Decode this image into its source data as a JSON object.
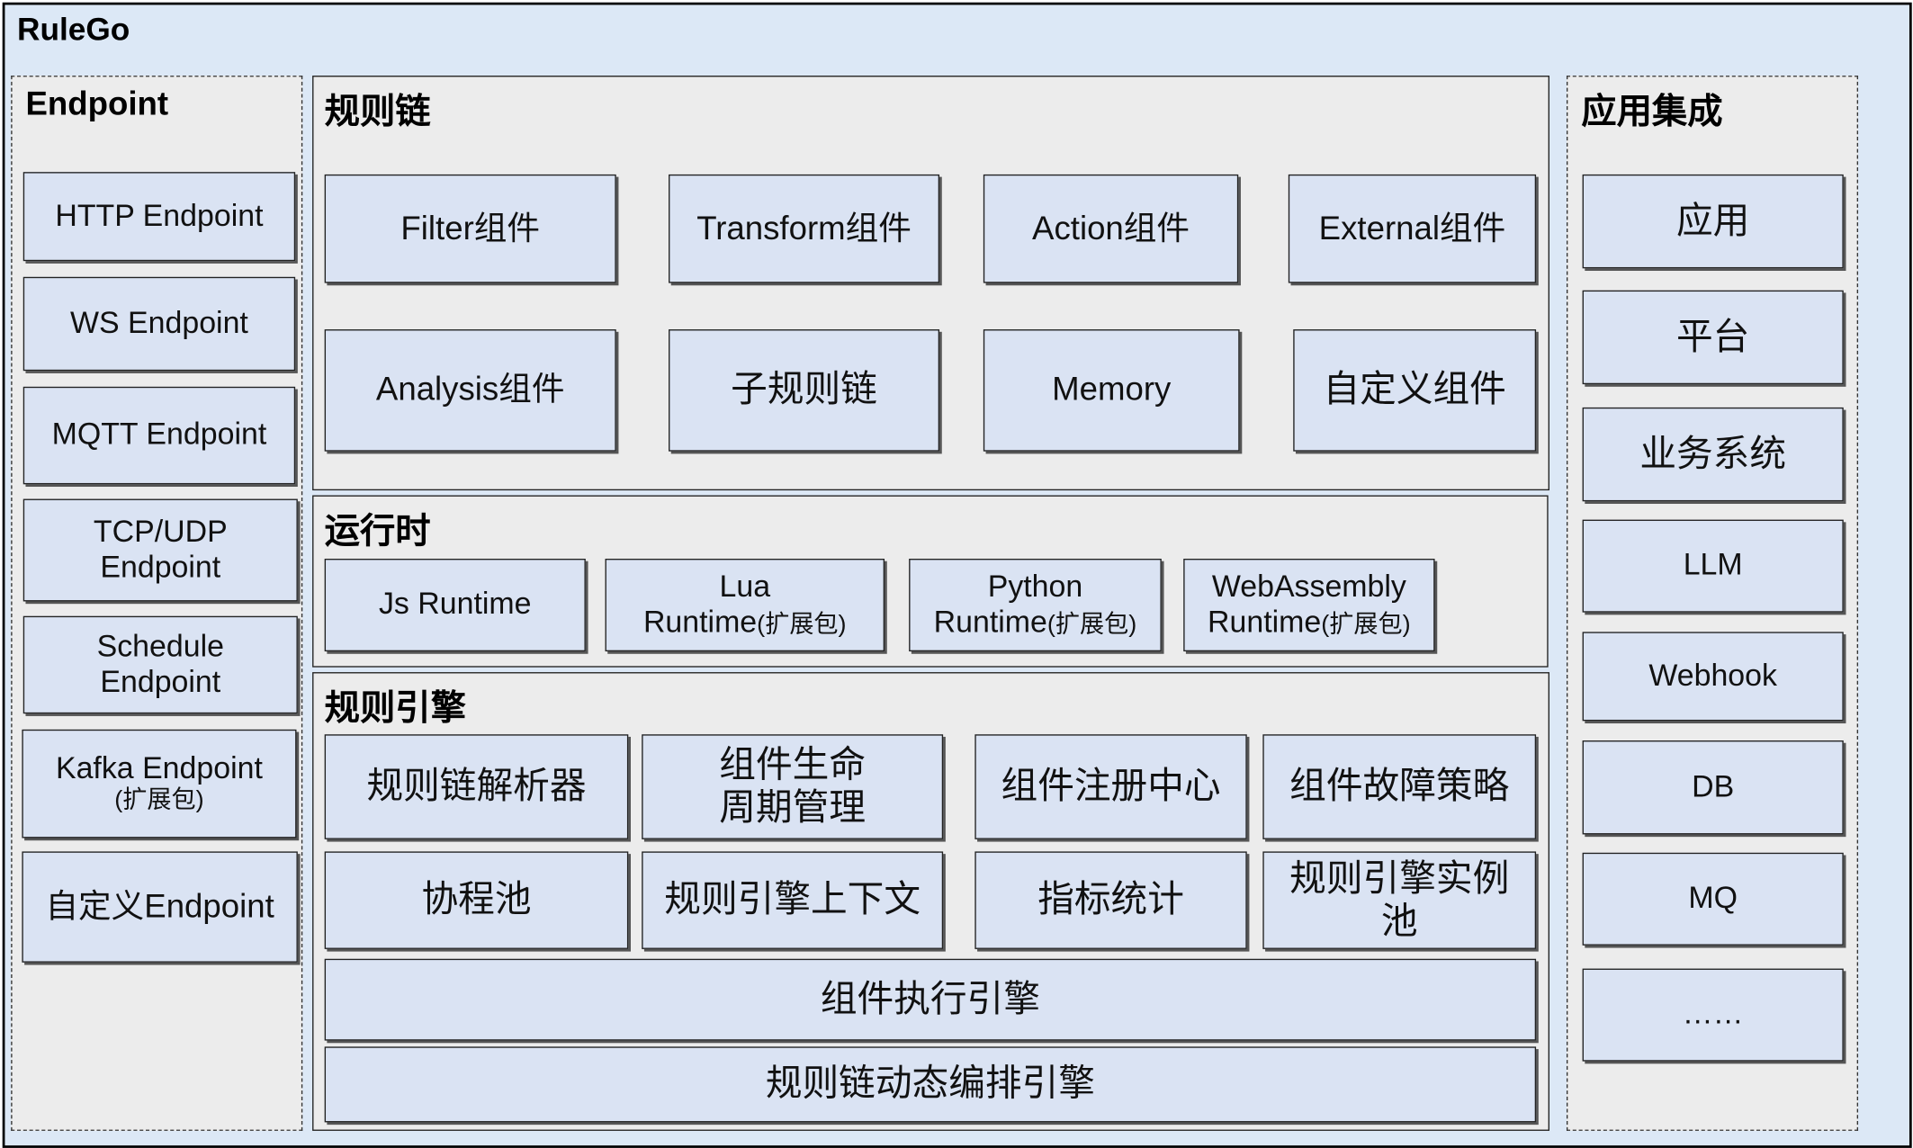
{
  "app": {
    "title": "RuleGo"
  },
  "endpoint": {
    "title": "Endpoint",
    "items": [
      {
        "label": "HTTP Endpoint"
      },
      {
        "label": "WS Endpoint"
      },
      {
        "label": "MQTT Endpoint"
      },
      {
        "line1": "TCP/UDP",
        "line2": "Endpoint"
      },
      {
        "line1": "Schedule",
        "line2": "Endpoint"
      },
      {
        "line1": "Kafka Endpoint",
        "line2": "(扩展包)"
      },
      {
        "label": "自定义Endpoint"
      }
    ]
  },
  "rule_chain": {
    "title": "规则链",
    "items": [
      "Filter组件",
      "Transform组件",
      "Action组件",
      "External组件",
      "Analysis组件",
      "子规则链",
      "Memory",
      "自定义组件"
    ]
  },
  "runtime": {
    "title": "运行时",
    "items": [
      {
        "label": "Js Runtime"
      },
      {
        "line1": "Lua",
        "line2": "Runtime",
        "ext": "(扩展包)"
      },
      {
        "line1": "Python",
        "line2": "Runtime",
        "ext": "(扩展包)"
      },
      {
        "line1": "WebAssembly",
        "line2": "Runtime",
        "ext": "(扩展包)"
      }
    ]
  },
  "engine": {
    "title": "规则引擎",
    "items": [
      {
        "label": "规则链解析器"
      },
      {
        "line1": "组件生命",
        "line2": "周期管理"
      },
      {
        "label": "组件注册中心"
      },
      {
        "label": "组件故障策略"
      },
      {
        "label": "协程池"
      },
      {
        "label": "规则引擎上下文"
      },
      {
        "label": "指标统计"
      },
      {
        "line1": "规则引擎实例",
        "line2": "池"
      }
    ],
    "execution_engine": "组件执行引擎",
    "orchestration_engine": "规则链动态编排引擎"
  },
  "integration": {
    "title": "应用集成",
    "items": [
      "应用",
      "平台",
      "业务系统",
      "LLM",
      "Webhook",
      "DB",
      "MQ",
      "……"
    ]
  }
}
